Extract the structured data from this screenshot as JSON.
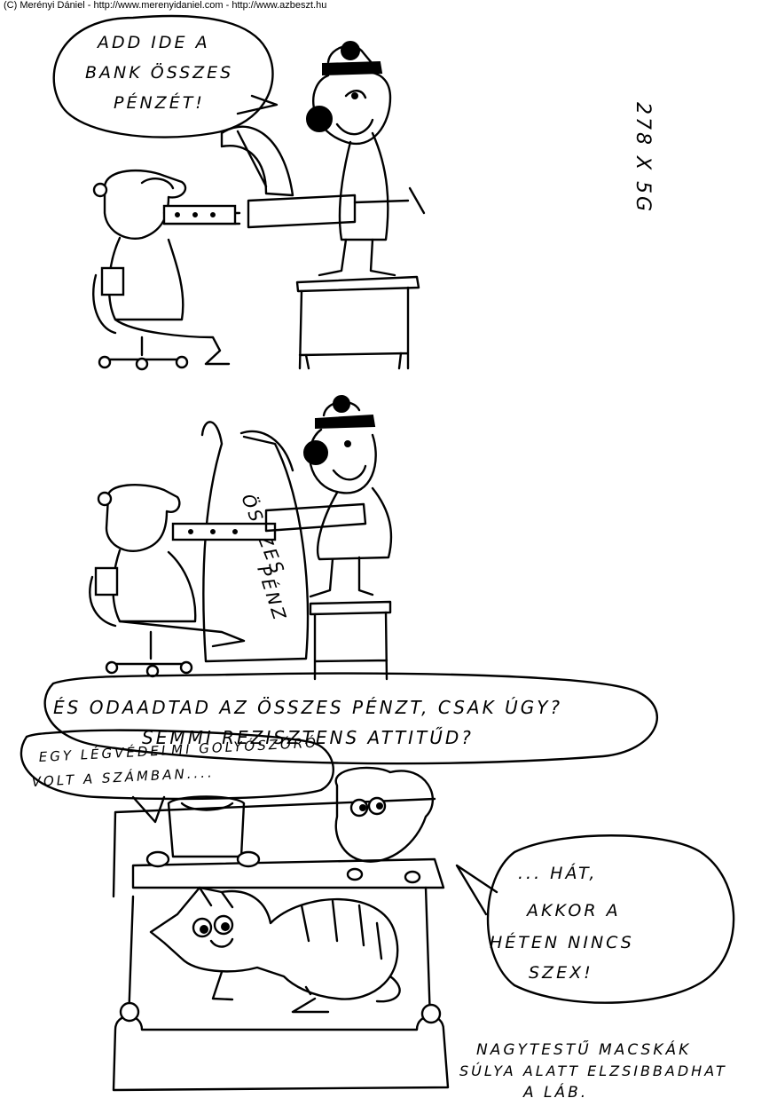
{
  "credit": "(C) Merényi Dániel - http://www.merenyidaniel.com - http://www.azbeszt.hu",
  "panel1": {
    "speech_line1": "ADD IDE A",
    "speech_line2": "BANK ÖSSZES",
    "speech_line3": "PÉNZÉT!"
  },
  "side_note": "278 x 5G",
  "panel2": {
    "sack_line1": "ÖSSZES",
    "sack_line2": "PÉNZ"
  },
  "panel3": {
    "bubble_top_line1": "ÉS ODAADTAD AZ ÖSSZES PÉNZT, CSAK ÚGY?",
    "bubble_top_line2": "SEMMI REZISZTENS ATTITŰD?",
    "bubble_left_line1": "EGY LÉGVÉDELMI GOLYÓSZÓRÓ",
    "bubble_left_line2": "VOLT A SZÁMBAN....",
    "bubble_right_line1": "... HÁT,",
    "bubble_right_line2": "AKKOR A",
    "bubble_right_line3": "HÉTEN NINCS",
    "bubble_right_line4": "SZEX!",
    "caption_line1": "NAGYTESTŰ MACSKÁK",
    "caption_line2": "SÚLYA ALATT ELZSIBBADHAT",
    "caption_line3": "A LÁB."
  }
}
